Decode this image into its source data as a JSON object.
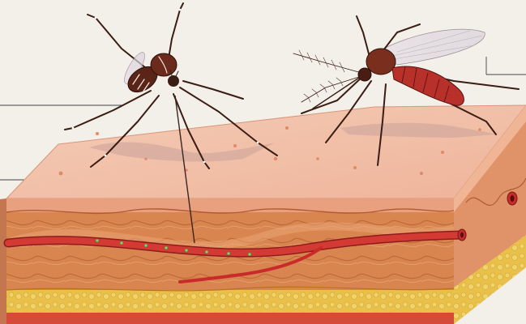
{
  "illustration": {
    "subjects": [
      "mosquito-left",
      "mosquito-right",
      "skin-cross-section",
      "blood-vessel"
    ],
    "colors": {
      "paper": "#f3f0ea",
      "skin_top": "#f2c3ad",
      "skin_side": "#e9a07f",
      "dermis": "#d8854f",
      "fat_layer": "#e9c14a",
      "vessel": "#c92b2b",
      "mosquito_body": "#6b2a1c",
      "mosquito_abdomen": "#b8302a",
      "shadow": "#c9a39a",
      "leader_line": "#444444"
    }
  }
}
